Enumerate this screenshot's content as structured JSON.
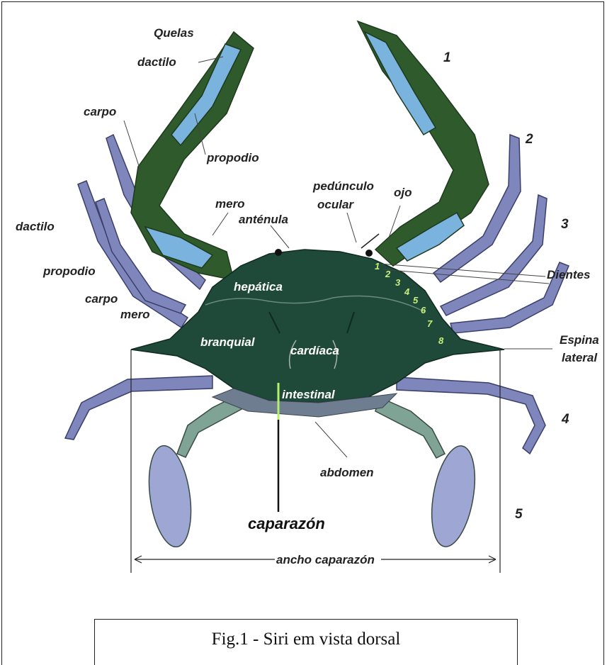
{
  "labels": {
    "quelas": "Quelas",
    "dactilo_top": "dactilo",
    "carpo_top": "carpo",
    "propodio_top": "propodio",
    "mero_top": "mero",
    "antenula": "anténula",
    "pedunculo": "pedúnculo",
    "ocular": "ocular",
    "ojo": "ojo",
    "dactilo_left": "dactilo",
    "propodio_left": "propodio",
    "carpo_left": "carpo",
    "mero_left": "mero",
    "hepatica": "hepática",
    "branquial": "branquial",
    "cardiaca": "cardíaca",
    "intestinal": "intestinal",
    "abdomen": "abdomen",
    "caparazon": "caparazón",
    "ancho": "ancho caparazón",
    "dientes": "Dientes",
    "espina": "Espina",
    "lateral": "lateral"
  },
  "leg_numbers": [
    "1",
    "2",
    "3",
    "4",
    "5"
  ],
  "teeth_numbers": [
    "1",
    "2",
    "3",
    "4",
    "5",
    "6",
    "7",
    "8"
  ],
  "caption": "Fig.1 - Siri em vista dorsal",
  "colors": {
    "carapace": "#1f4a3a",
    "claw_green": "#2f5a2c",
    "claw_blue": "#7ab3dd",
    "walking_leg": "#7f86bb",
    "swimming_leg": "#7fa394",
    "tooth_label": "#c8f07a"
  }
}
